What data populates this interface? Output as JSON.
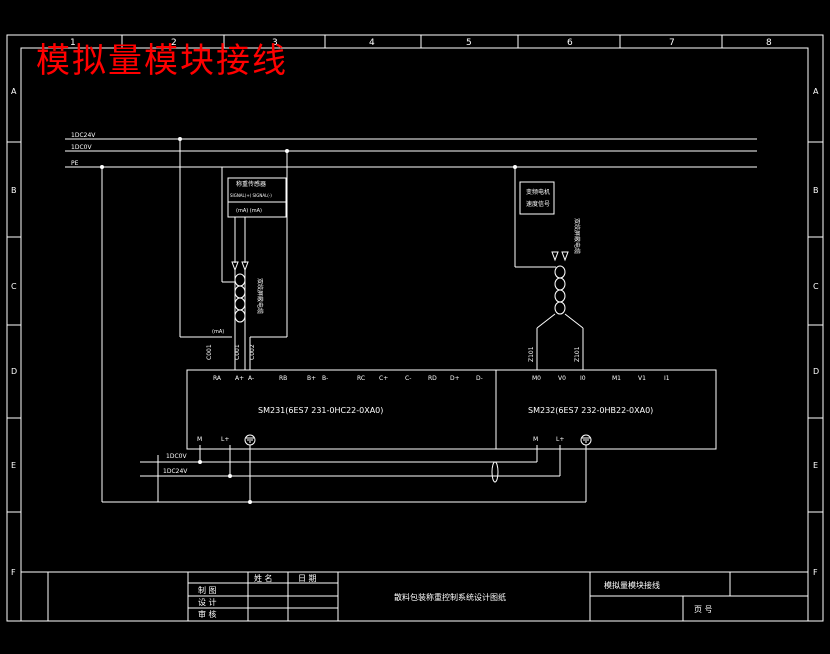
{
  "colors": {
    "background": "#000000",
    "line": "#ffffff",
    "title": "#ff0000",
    "tableLine": "#ffffff",
    "text": "#ffffff"
  },
  "title": "模拟量模块接线",
  "border": {
    "columns": [
      "1",
      "2",
      "3",
      "4",
      "5",
      "6",
      "7",
      "8"
    ],
    "rows": [
      "A",
      "B",
      "C",
      "D",
      "E",
      "F"
    ]
  },
  "buses": {
    "bus_24v": "1DC24V",
    "bus_0v": "1DC0V",
    "bus_pe": "PE"
  },
  "signals": {
    "left_box_title": "称重传感器",
    "left_box_line1": "SIGNAL(+) SIGNAL(-)",
    "left_box_line2": "(mA)   (mA)",
    "left_cable": "双绞屏蔽电缆",
    "left_tag": "(mA)",
    "right_box_line1": "变频电机",
    "right_box_line2": "速度信号",
    "right_cable": "双绞屏蔽电缆"
  },
  "wires": {
    "w1": "C001",
    "w2": "C001",
    "w3": "C002",
    "w4": "Z101",
    "w5": "Z101"
  },
  "module1": {
    "label": "SM231(6ES7 231-0HC22-0XA0)",
    "terminals": [
      "RA",
      "A+",
      "A-",
      "RB",
      "B+",
      "B-",
      "RC",
      "C+",
      "C-",
      "RD",
      "D+",
      "D-"
    ],
    "n": "M",
    "lplus": "L+"
  },
  "module2": {
    "label": "SM232(6ES7 232-0HB22-0XA0)",
    "terminals": [
      "M0",
      "V0",
      "I0",
      "M1",
      "V1",
      "I1"
    ],
    "n": "M",
    "lplus": "L+"
  },
  "lower_buses": {
    "bus_0v": "1DC0V",
    "bus_24v": "1DC24V"
  },
  "titleblock": {
    "head_name": "姓 名",
    "head_date": "日 期",
    "row1": "制 图",
    "row2": "设 计",
    "row3": "审 核",
    "project": "散料包装称重控制系统设计图纸",
    "drawing": "模拟量模块接线",
    "page": "页 号"
  }
}
